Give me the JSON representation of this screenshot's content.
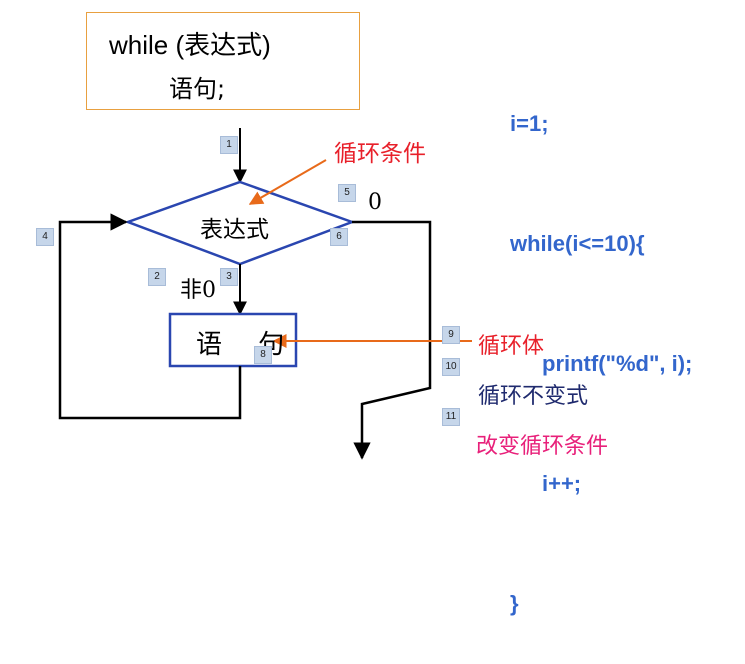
{
  "syntax": {
    "line1": "while (表达式)",
    "line2": "语句;"
  },
  "code": [
    "i=1;",
    "while(i<=10){",
    "printf(\"%d\", i);",
    "i++;",
    "}"
  ],
  "labels": {
    "condition": "循环条件",
    "expression": "表达式",
    "zero": "0",
    "nonzero": "非0",
    "statement": "语 句",
    "loop_body": "循环体",
    "loop_invariant": "循环不变式",
    "change_condition": "改变循环条件"
  },
  "markers": [
    "1",
    "2",
    "3",
    "4",
    "5",
    "6",
    "8",
    "9",
    "10",
    "11"
  ],
  "colors": {
    "flow": "#000000",
    "shape_border": "#2a46b0",
    "arrow_orange": "#e86a1a",
    "code_blue": "#3366cc"
  }
}
